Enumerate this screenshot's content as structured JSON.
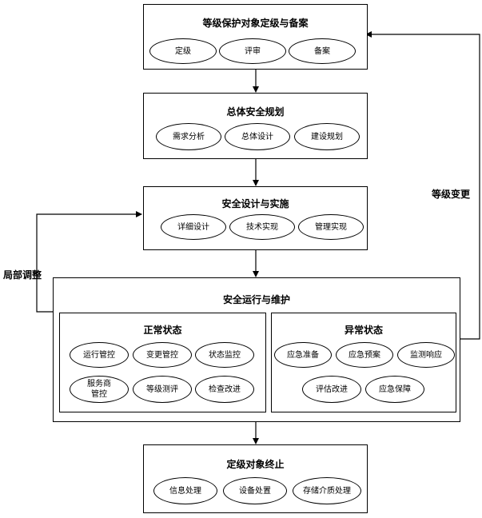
{
  "boxes": [
    {
      "title": "等级保护对象定级与备案",
      "items": [
        "定级",
        "评审",
        "备案"
      ]
    },
    {
      "title": "总体安全规划",
      "items": [
        "需求分析",
        "总体设计",
        "建设规划"
      ]
    },
    {
      "title": "安全设计与实施",
      "items": [
        "详细设计",
        "技术实现",
        "管理实现"
      ]
    },
    {
      "title": "安全运行与维护",
      "normal": {
        "title": "正常状态",
        "items": [
          "运行管控",
          "变更管控",
          "状态监控",
          "服务商",
          "管控",
          "等级测评",
          "检查改进"
        ]
      },
      "abnormal": {
        "title": "异常状态",
        "items": [
          "应急准备",
          "应急预案",
          "监测响应",
          "评估改进",
          "应急保障"
        ]
      }
    },
    {
      "title": "定级对象终止",
      "items": [
        "信息处理",
        "设备处置",
        "存储介质处理"
      ]
    }
  ],
  "side_labels": {
    "left": "局部调整",
    "right": "等级变更"
  }
}
